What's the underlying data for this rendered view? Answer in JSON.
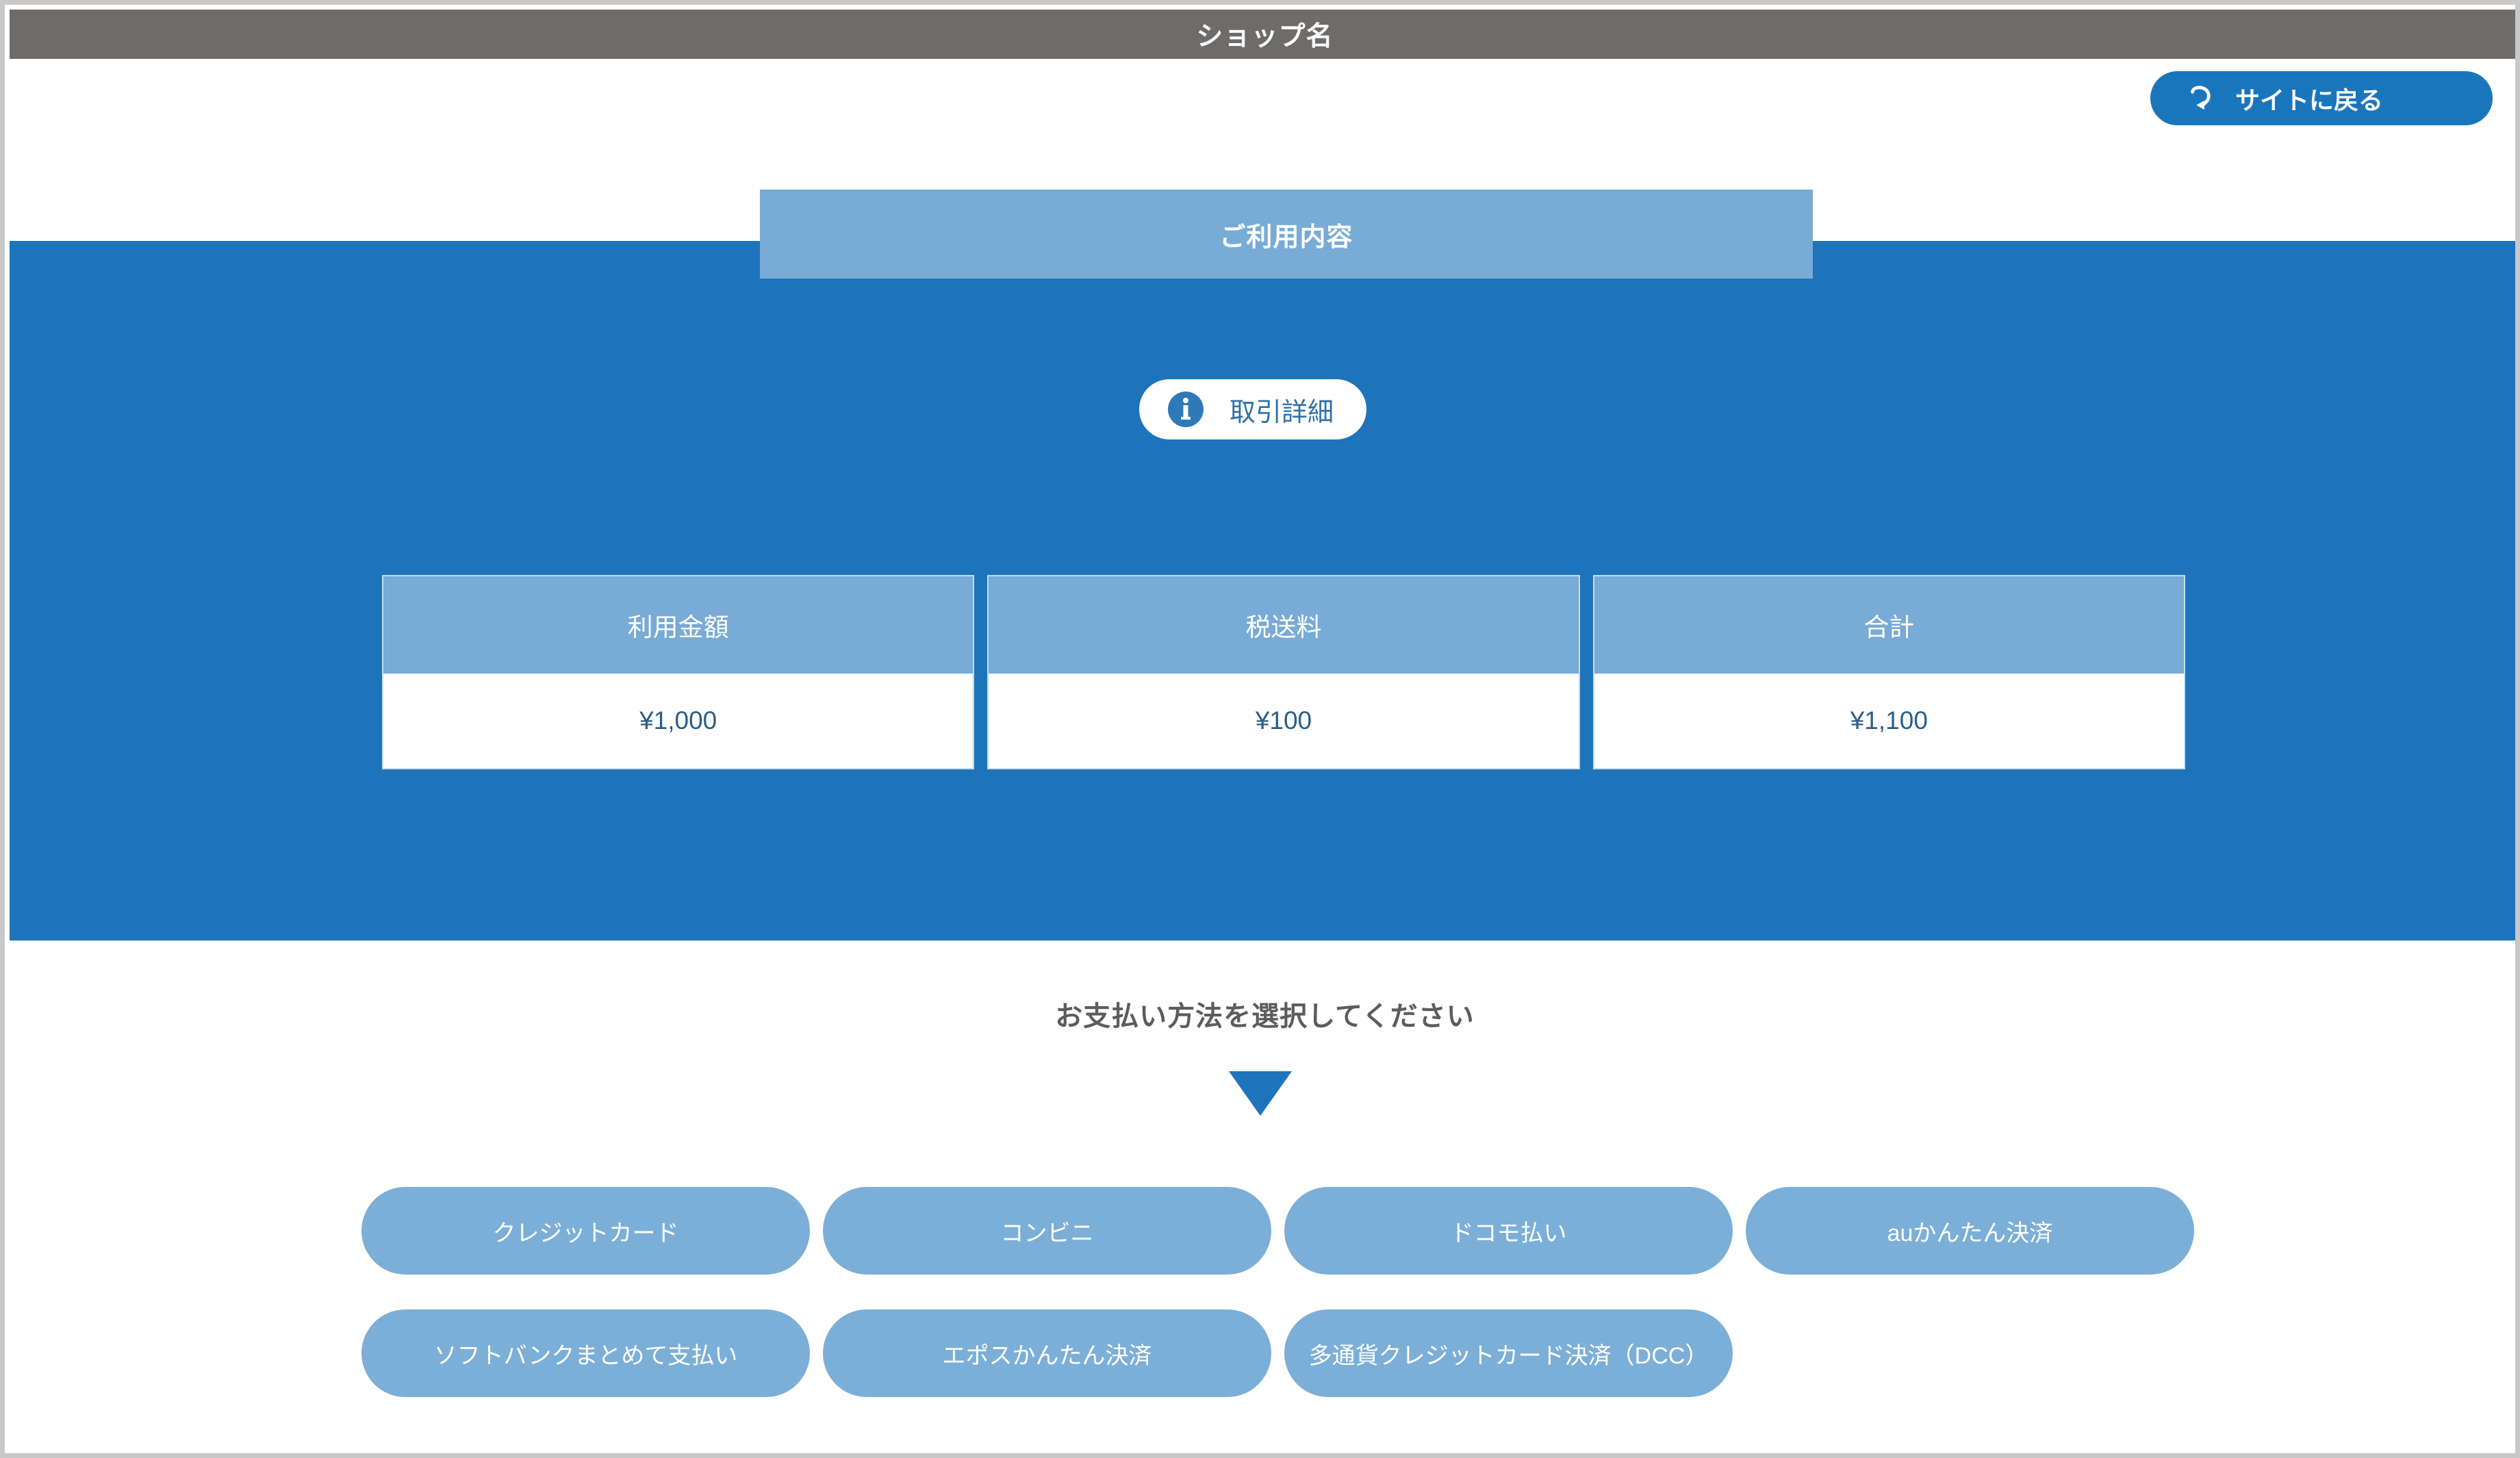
{
  "header": {
    "shop_title": "ショップ名",
    "background_color": "#6e6c6a"
  },
  "return_button": {
    "label": "サイトに戻る",
    "icon": "return-arrow-icon",
    "color": "#1a76bc"
  },
  "usage_section": {
    "tab_label": "ご利用内容",
    "tab_color": "#78abd6",
    "panel_color": "#1d74bb",
    "transaction_detail": {
      "label": "取引詳細",
      "icon": "info-icon"
    },
    "amount_table": {
      "columns": [
        {
          "header": "利用金額",
          "value": "¥1,000"
        },
        {
          "header": "税送料",
          "value": "¥100"
        },
        {
          "header": "合計",
          "value": "¥1,100"
        }
      ]
    }
  },
  "payment": {
    "prompt": "お支払い方法を選択してください",
    "arrow_icon": "triangle-down-icon",
    "button_color": "#7cafd8",
    "rows": [
      [
        {
          "label": "クレジットカード"
        },
        {
          "label": "コンビニ"
        },
        {
          "label": "ドコモ払い"
        },
        {
          "label": "auかんたん決済"
        }
      ],
      [
        {
          "label": "ソフトバンクまとめて支払い"
        },
        {
          "label": "エポスかんたん決済"
        },
        {
          "label": "多通貨クレジットカード決済（DCC）"
        }
      ]
    ]
  }
}
